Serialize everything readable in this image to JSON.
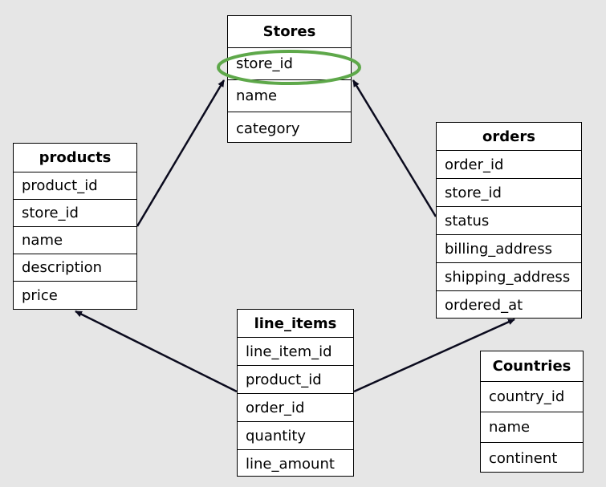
{
  "diagram": {
    "highlight_color": "#5ea84a",
    "entities": {
      "stores": {
        "title": "Stores",
        "fields": [
          "store_id",
          "name",
          "category"
        ],
        "highlighted_field": "store_id"
      },
      "products": {
        "title": "products",
        "fields": [
          "product_id",
          "store_id",
          "name",
          "description",
          "price"
        ]
      },
      "orders": {
        "title": "orders",
        "fields": [
          "order_id",
          "store_id",
          "status",
          "billing_address",
          "shipping_address",
          "ordered_at"
        ]
      },
      "line_items": {
        "title": "line_items",
        "fields": [
          "line_item_id",
          "product_id",
          "order_id",
          "quantity",
          "line_amount"
        ]
      },
      "countries": {
        "title": "Countries",
        "fields": [
          "country_id",
          "name",
          "continent"
        ]
      }
    },
    "relationships": [
      {
        "from": "products.store_id",
        "to": "stores.store_id"
      },
      {
        "from": "orders.status",
        "to": "stores.store_id"
      },
      {
        "from": "line_items.order_id",
        "to": "products"
      },
      {
        "from": "line_items.order_id",
        "to": "orders"
      }
    ]
  }
}
